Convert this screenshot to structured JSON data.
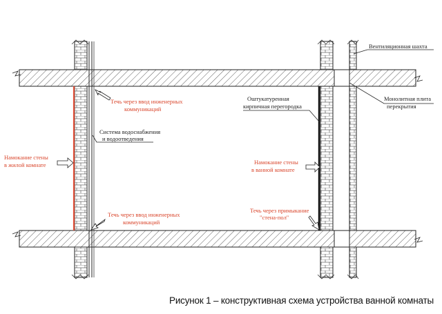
{
  "labels": {
    "vent_shaft": "Вентиляционная шахта",
    "slab_line1": "Монолитная плита",
    "slab_line2": "перекрытия",
    "plaster_line1": "Оштукатуренная",
    "plaster_line2": "кирпичная перегородка",
    "leak_top_line1": "Течь через ввод инженерных",
    "leak_top_line2": "коммуникаций",
    "pipes_line1": "Система водоснабжения",
    "pipes_line2": "и водоотведения",
    "wet_living_line1": "Намокание стены",
    "wet_living_line2": "в жилой комнате",
    "wet_bath_line1": "Намокание стены",
    "wet_bath_line2": "в ванной комнате",
    "leak_bottom_line1": "Течь через ввод инженерных",
    "leak_bottom_line2": "коммуникаций",
    "leak_floor_line1": "Течь через примыкание",
    "leak_floor_line2": "\"стена-пол\""
  },
  "caption": "Рисунок 1 – конструктивная схема устройства ванной комнаты",
  "colors": {
    "line": "#222222",
    "red_text": "#d9452b",
    "wet_wall": "#e0503a",
    "arrow_fill": "#ffffff"
  }
}
